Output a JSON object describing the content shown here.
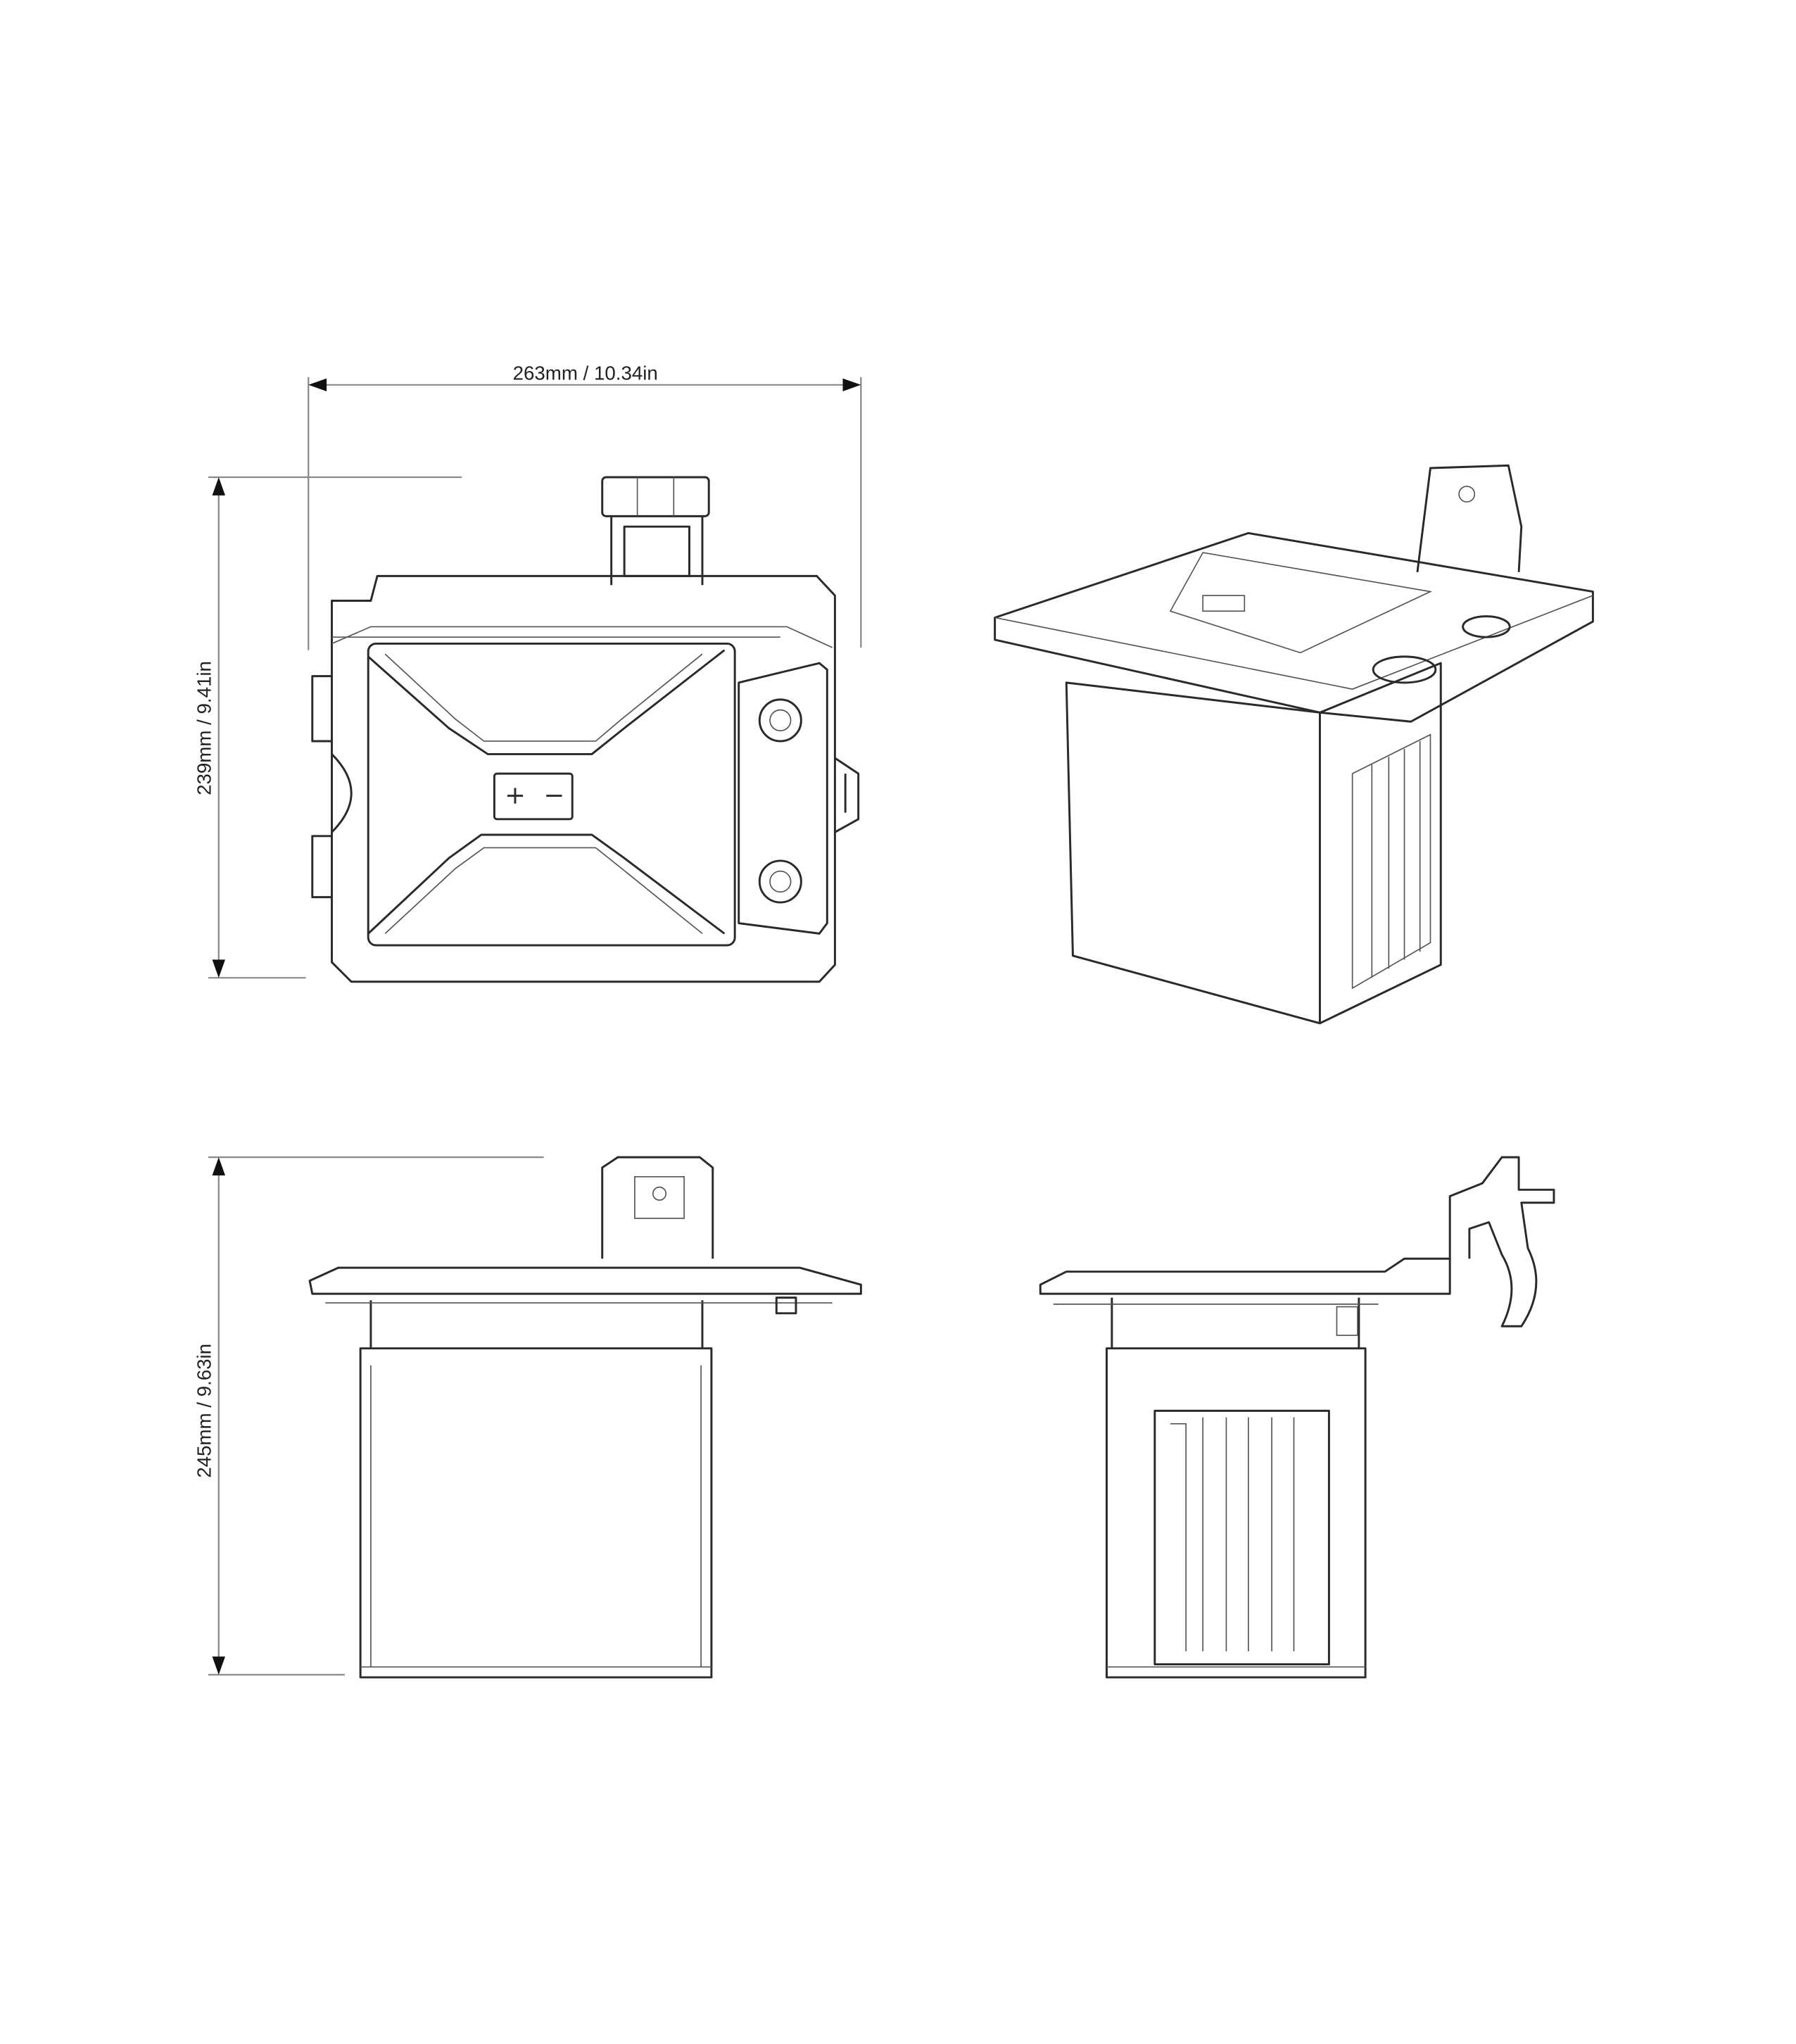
{
  "dimensions": {
    "width_label": "263mm / 10.34in",
    "height_top_label": "239mm / 9.41in",
    "height_bottom_label": "245mm / 9.63in"
  },
  "views": [
    "top-view",
    "isometric-view",
    "front-view",
    "side-view"
  ],
  "colors": {
    "line": "#2a2a2a",
    "dimension": "#888888",
    "background": "#ffffff"
  }
}
